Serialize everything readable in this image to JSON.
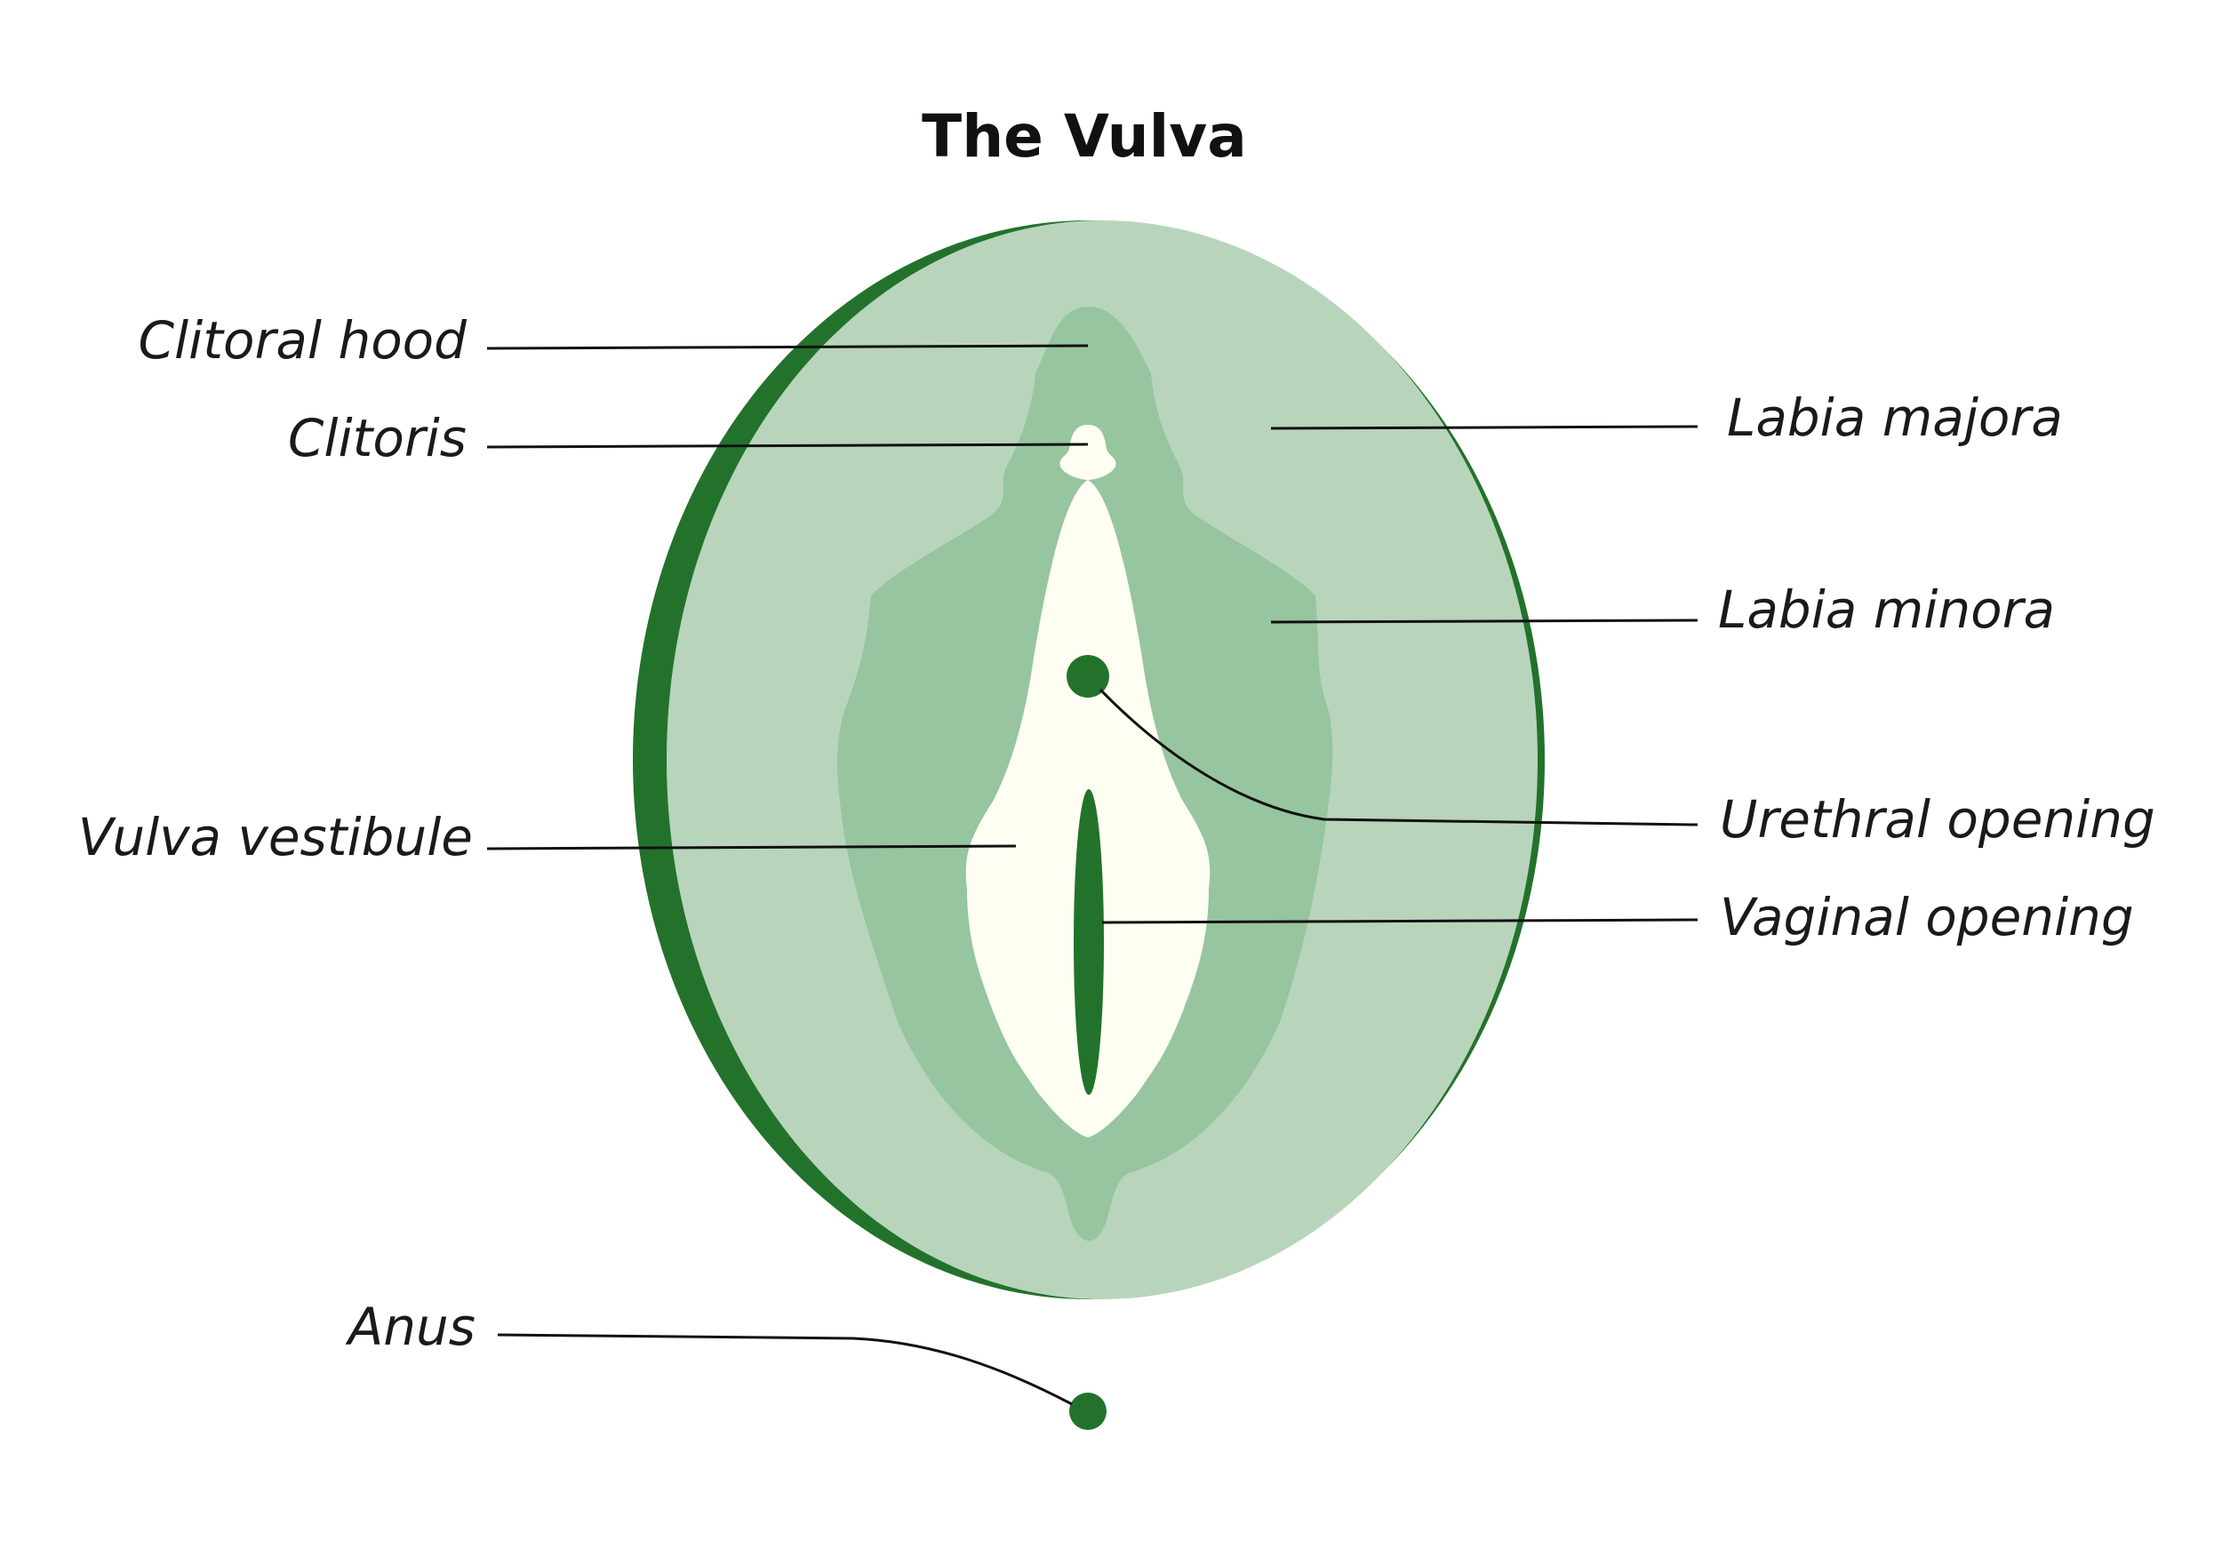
{
  "title": "The Vulva",
  "colors": {
    "outer_ring": "#23722b",
    "labia_majora": "#b8d5bc",
    "labia_minora": "#96c59f",
    "vestibule": "#fefef3",
    "openings": "#23722b",
    "leader_lines": "#111111"
  },
  "labels": {
    "clitoral_hood": "Clitoral hood",
    "clitoris": "Clitoris",
    "labia_majora": "Labia majora",
    "labia_minora": "Labia minora",
    "vulva_vestibule": "Vulva vestibule",
    "urethral_opening": "Urethral opening",
    "vaginal_opening": "Vaginal opening",
    "anus": "Anus"
  }
}
